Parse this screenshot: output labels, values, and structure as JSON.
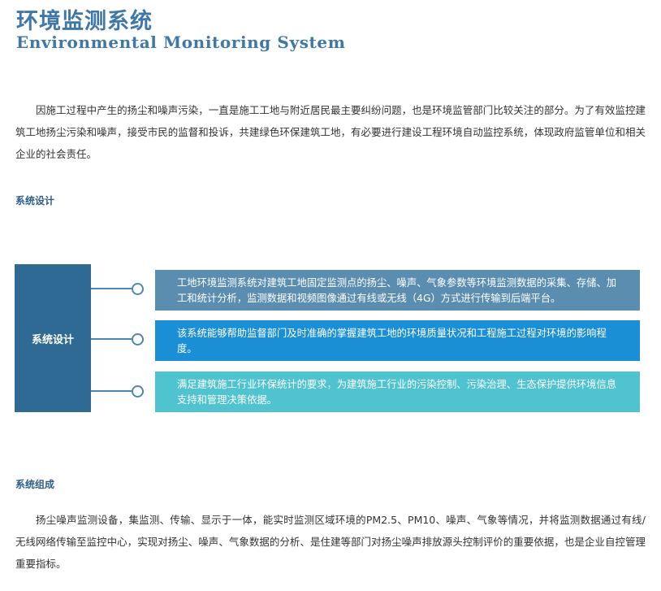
{
  "header": {
    "title_cn": "环境监测系统",
    "title_en": "Environmental Monitoring System"
  },
  "intro": {
    "text": "因施工过程中产生的扬尘和噪声污染，一直是施工工地与附近居民最主要纠纷问题，也是环境监管部门比较关注的部分。为了有效监控建筑工地扬尘污染和噪声，接受市民的监督和投诉，共建绿色环保建筑工地，有必要进行建设工程环境自动监控系统，体现政府监管单位和相关企业的社会责任。"
  },
  "design": {
    "heading": "系统设计",
    "box_label": "系统设计",
    "items": [
      {
        "text": "工地环境监测系统对建筑工地固定监测点的扬尘、噪声、气象参数等环境监测数据的采集、存储、加工和统计分析，监测数据和视频图像通过有线或无线（4G）方式进行传输到后端平台。",
        "color": "#5a8db0"
      },
      {
        "text": "该系统能够帮助监督部门及时准确的掌握建筑工地的环境质量状况和工程施工过程对环境的影响程度。",
        "color": "#1a8fd6"
      },
      {
        "text": "满足建筑施工行业环保统计的要求，为建筑施工行业的污染控制、污染治理、生态保护提供环境信息支持和管理决策依据。",
        "color": "#4fc3cf"
      }
    ]
  },
  "composition": {
    "heading": "系统组成",
    "text": "扬尘噪声监测设备，集监测、传输、显示于一体，能实时监测区域环境的PM2.5、PM10、噪声、气象等情况，并将监测数据通过有线/无线网络传输至监控中心，实现对扬尘、噪声、气象数据的分析、是住建等部门对扬尘噪声排放源头控制评价的重要依据，也是企业自控管理重要指标。"
  },
  "colors": {
    "title": "#3f78a8",
    "section_heading": "#2f5f86",
    "design_box": "#2f6a94",
    "connector": "#4f87b3"
  }
}
